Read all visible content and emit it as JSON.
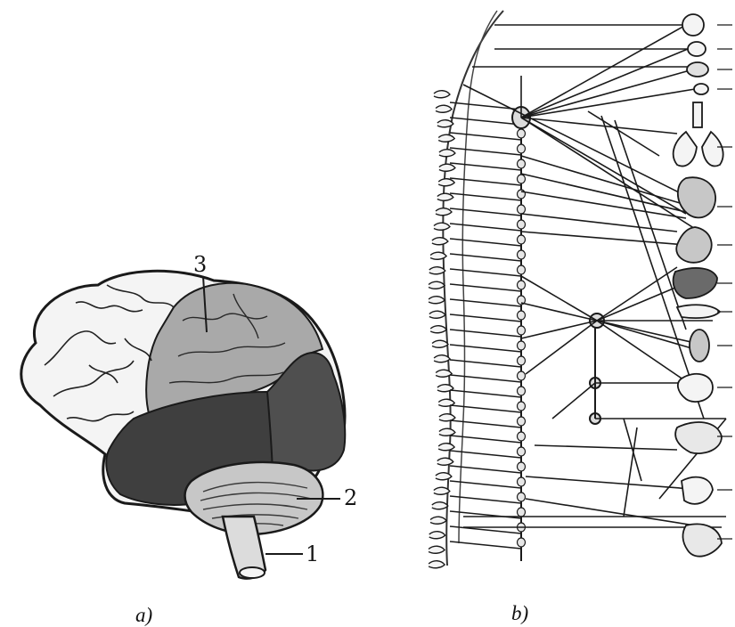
{
  "figure": {
    "panel_a": {
      "caption": "a)",
      "callouts": [
        {
          "id": "1",
          "text": "1"
        },
        {
          "id": "2",
          "text": "2"
        },
        {
          "id": "3",
          "text": "3"
        }
      ]
    },
    "panel_b": {
      "caption": "b)"
    }
  },
  "colors": {
    "line": "#1a1a1a",
    "cortex_light": "#f4f4f4",
    "region_mid": "#a9a9a9",
    "region_dark": "#3f3f3f",
    "region_darker": "#4f4f4f",
    "organ_shade": "#c7c7c7",
    "liver": "#6a6a6a"
  }
}
